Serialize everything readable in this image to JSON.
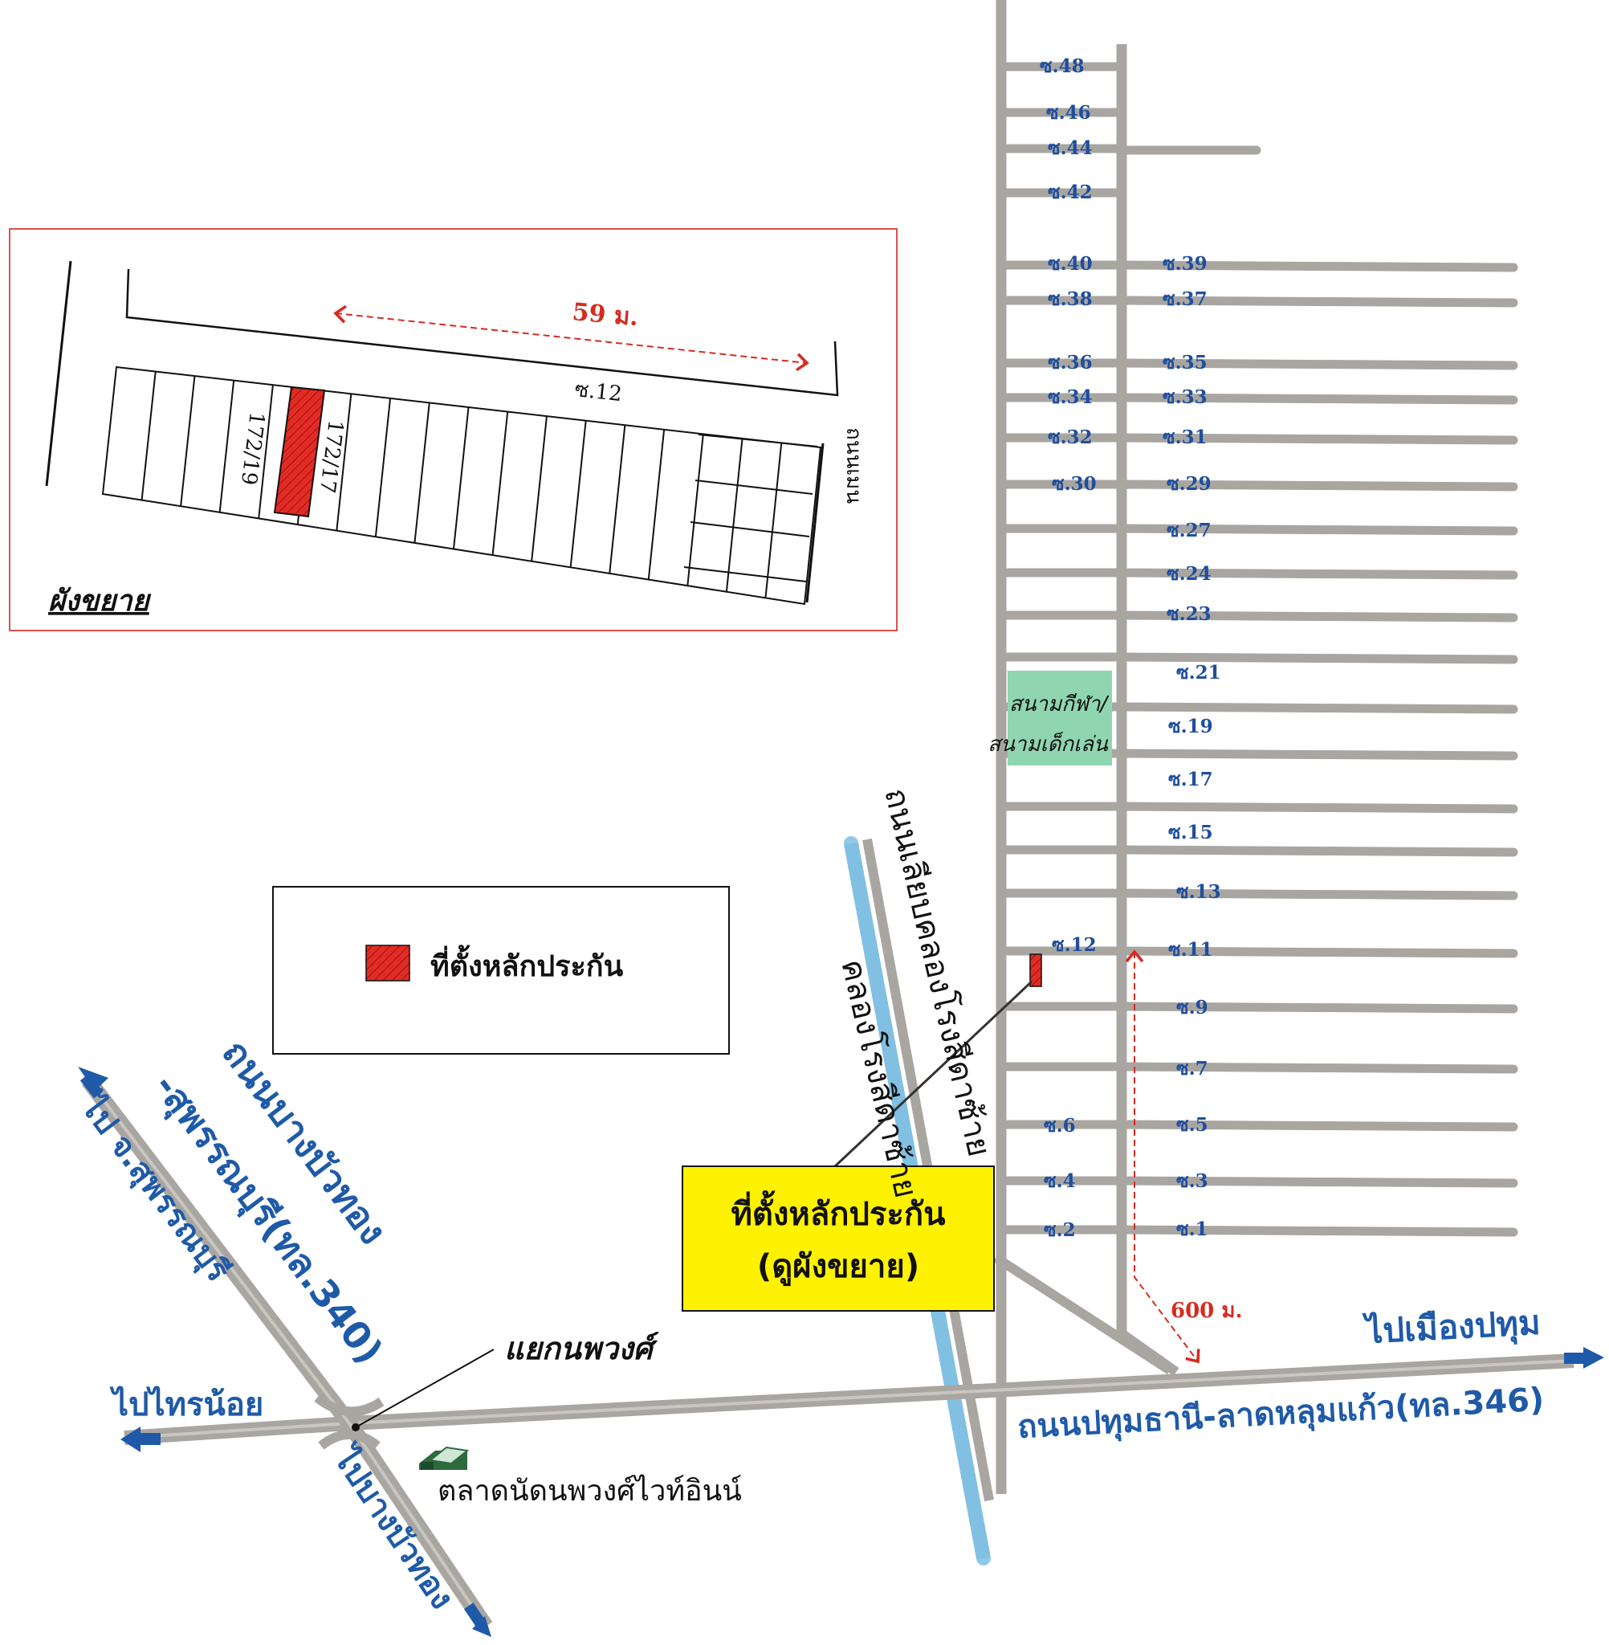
{
  "colors": {
    "road": "#a9a6a2",
    "canal": "#8ec9ea",
    "marker": "#e32b25",
    "park": "#8fd6b0",
    "callout": "#fff200",
    "label_blue": "#1f5aa8",
    "dimension_red": "#d62b20",
    "inset_border": "#d9544d"
  },
  "soi_left": [
    "ซ.48",
    "ซ.46",
    "ซ.44",
    "ซ.42",
    "ซ.40",
    "ซ.38",
    "ซ.36",
    "ซ.34",
    "ซ.32",
    "ซ.30",
    "ซ.12",
    "ซ.6",
    "ซ.4",
    "ซ.2"
  ],
  "soi_right": [
    "ซ.39",
    "ซ.37",
    "ซ.35",
    "ซ.33",
    "ซ.31",
    "ซ.29",
    "ซ.27",
    "ซ.24",
    "ซ.23",
    "ซ.21",
    "ซ.19",
    "ซ.17",
    "ซ.15",
    "ซ.13",
    "ซ.11",
    "ซ.9",
    "ซ.7",
    "ซ.5",
    "ซ.3",
    "ซ.1"
  ],
  "inset": {
    "title": "ผังขยาย",
    "distance": "59 ม.",
    "soi": "ซ.12",
    "road": "ถนนเมน",
    "plot_a": "172/19",
    "plot_b": "172/17"
  },
  "park": {
    "line1": "สนามกีฬา/",
    "line2": "สนามเด็กเล่น"
  },
  "legend": {
    "label": "ที่ตั้งหลักประกัน",
    "icon": "hatched-red-square"
  },
  "callout": {
    "line1": "ที่ตั้งหลักประกัน",
    "line2": "(ดูผังขยาย)"
  },
  "distance_600": "600 ม.",
  "labels": {
    "road_canal": "ถนนเลียบคลองโรงสีดาซ้าย",
    "canal": "คลองโรงสีดาซ้าย",
    "road_bangbuathong_1": "ถนนบางบัวทอง",
    "road_bangbuathong_2": "-สุพรรณบุรี(ทล.340)",
    "to_suphan": "ไป จ.สุพรรณบุรี",
    "to_sainoi": "ไปไทรน้อย",
    "to_bangbuathong": "ไปบางบัวทอง",
    "to_pathum": "ไปเมืองปทุม",
    "road_pathum": "ถนนปทุมธานี-ลาดหลุมแก้ว(ทล.346)",
    "intersection": "แยกนพวงศ์",
    "market": "ตลาดนัดนพวงศ์ไวท์อินน์"
  },
  "icons": {
    "market": "market-building-icon",
    "arrow": "road-arrow-icon"
  }
}
